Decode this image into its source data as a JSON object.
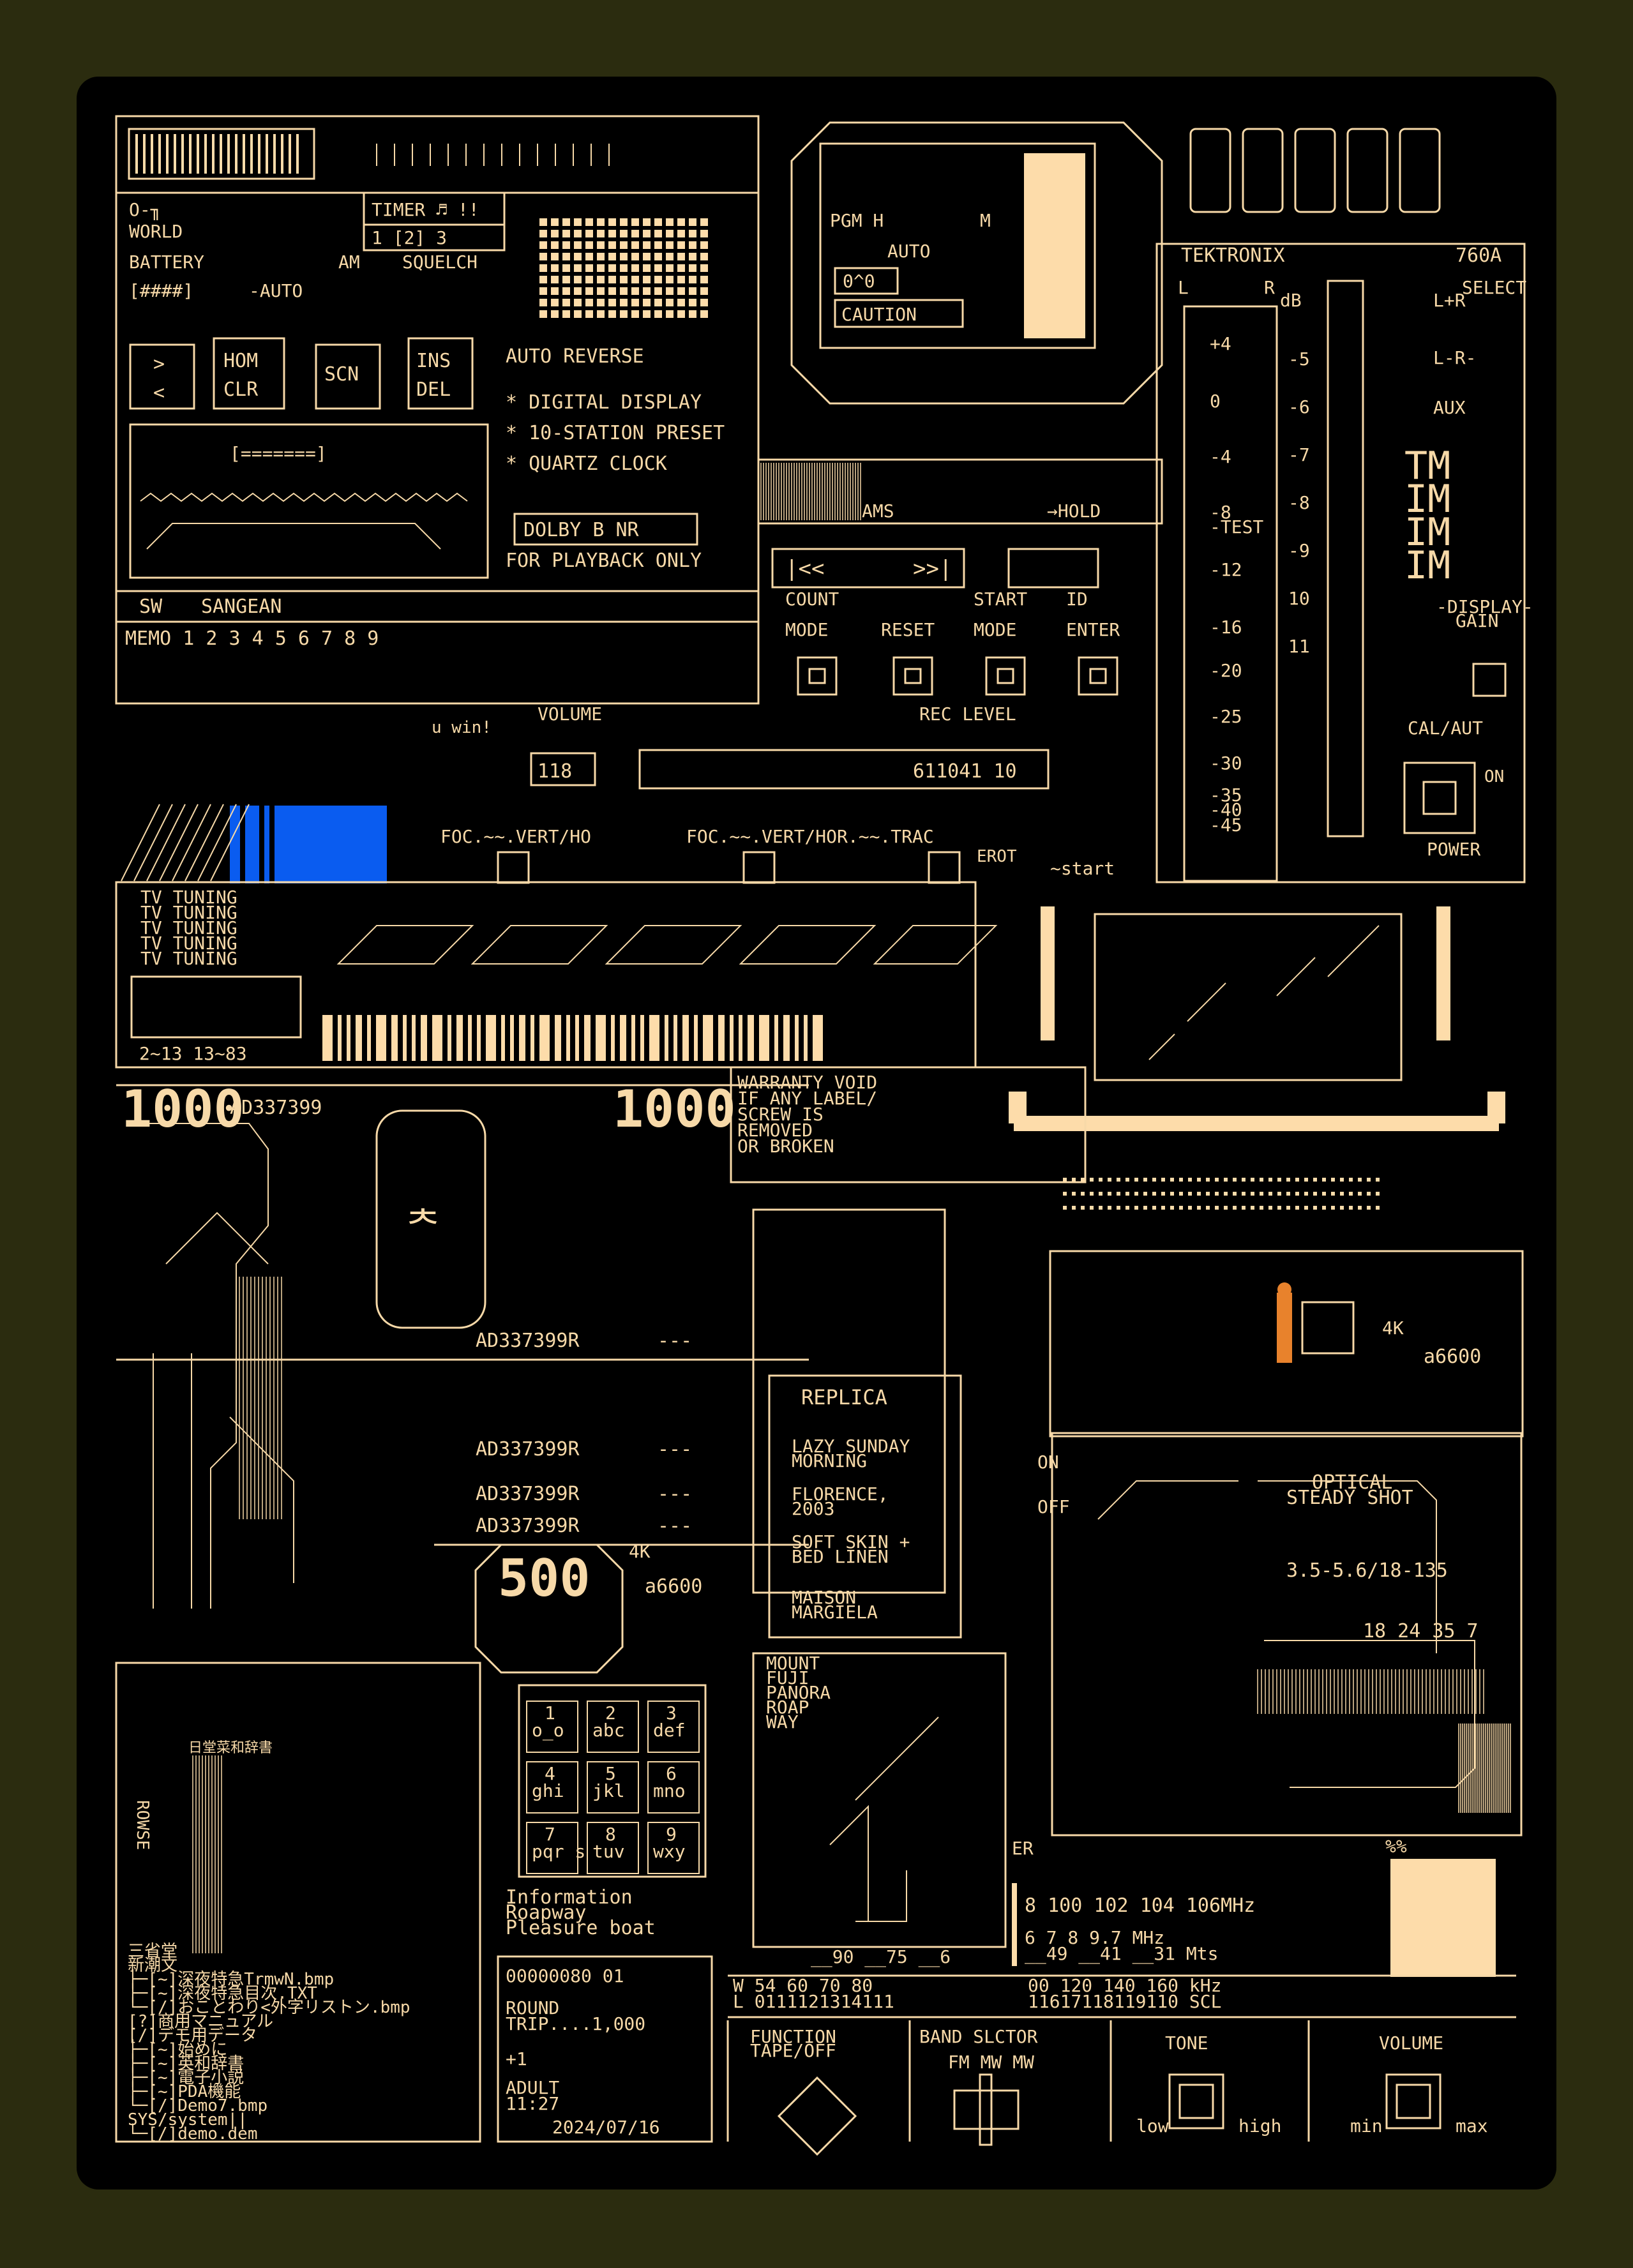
{
  "colors": {
    "frame": "#2b2c0f",
    "panel": "#000000",
    "ink": "#f7d9a8",
    "accent_blue": "#0a5cf0",
    "figure_orange": "#e8822c"
  },
  "radio": {
    "labels": [
      "O-╖",
      "WORLD",
      "BATTERY",
      "[####]",
      "AM",
      "SQUELCH",
      "-AUTO",
      "TIMER ♬ !!",
      "1  [2]  3"
    ],
    "keys": [
      "HOM",
      "CLR",
      "SCN",
      "INS",
      "DEL"
    ],
    "pattern_label": "[=======]",
    "features": [
      "AUTO REVERSE",
      "* DIGITAL DISPLAY",
      "* 10-STATION PRESET",
      "* QUARTZ CLOCK"
    ],
    "dolby": "DOLBY B NR",
    "playback": "FOR PLAYBACK ONLY",
    "brand_sw": "SW",
    "brand": "SANGEAN",
    "memo": "MEMO  1  2  3 4 5 6 7 8 9"
  },
  "watch": {
    "pgm": "PGM H",
    "m": "M",
    "auto": "AUTO",
    "caution": "CAUTION",
    "o": "0^0"
  },
  "deck": {
    "ams": "AMS",
    "hold": "→HOLD",
    "buttons": [
      {
        "top": "COUNT",
        "bottom": "MODE"
      },
      {
        "top": "",
        "bottom": "RESET"
      },
      {
        "top": "START",
        "bottom": "MODE"
      },
      {
        "top": "ID",
        "bottom": "ENTER"
      }
    ],
    "volume": "VOLUME",
    "rec_level": "REC LEVEL",
    "win": "u win!",
    "counter_left": "118",
    "counter_right": "611041 10",
    "foc_left": "FOC.~~.VERT/HO",
    "foc_right": "FOC.~~.VERT/HOR.~~.TRAC",
    "erot": "EROT",
    "start": "~start"
  },
  "meter": {
    "brand": "TEKTRONIX",
    "model": "760A",
    "l": "L",
    "r": "R",
    "db": "dB",
    "select": "SELECT",
    "lr_sum": "L+R",
    "lr_diff": "L-R-",
    "aux": "AUX",
    "scale_left": [
      "+4",
      "0",
      "-4",
      "-8",
      "-TEST",
      "-12",
      "-16",
      "-20",
      "-25",
      "-30",
      "-35",
      "-40",
      "-45"
    ],
    "scale_right": [
      "-5",
      "-6",
      "-7",
      "-8",
      "-9",
      "10",
      "11"
    ],
    "display_gain": "-DISPLAY-",
    "gain": "GAIN",
    "cal": "CAL/AUT",
    "on": "ON",
    "power": "POWER",
    "tm": [
      "TM",
      "IM",
      "IM",
      "IM"
    ]
  },
  "tv": {
    "label": "TV TUNING",
    "channels": "2~13 13~83"
  },
  "stamps": {
    "counter": "1000",
    "code": "AD337399",
    "codes_r": [
      "AD337399R",
      "AD337399R",
      "AD337399R",
      "AD337399R"
    ],
    "dashes": "---",
    "five": "500",
    "fourk": "4K",
    "model": "a6600"
  },
  "warranty": [
    "WARRANTY VOID",
    "IF ANY LABEL/",
    "SCREW IS",
    "REMOVED",
    "OR BROKEN"
  ],
  "replica": {
    "title": "REPLICA",
    "lines": [
      "LAZY SUNDAY",
      "MORNING",
      "FLORENCE,",
      "2003",
      "SOFT SKIN +",
      "BED LINEN",
      "MAISON",
      "MARGIELA"
    ]
  },
  "camera": {
    "fourk": "4K",
    "model": "a6600",
    "on": "ON",
    "off": "OFF",
    "optical": "OPTICAL",
    "steady": "STEADY SHOT",
    "lens": "3.5-5.6/18-135",
    "focal": "18 24 35 7",
    "er": "ER",
    "pct": "%%"
  },
  "tuner": {
    "fm_row": "8 100 102 104 106MHz",
    "m_row1": "6   7   8   9.7  MHz",
    "m_row2": "__49 __41 __31  Mts",
    "am_row1": "W 54  60  70  80",
    "am_row2": "L  0111121314111",
    "sw_row1": "00  120  140 160 kHz",
    "sw_row2": "11617118119110 SCL",
    "bottom": "__90  __75  __6"
  },
  "roapway": {
    "lines": [
      "MOUNT",
      "FUJI",
      "PANORA",
      "ROAP",
      "WAY"
    ]
  },
  "keypad": [
    {
      "n": "1",
      "l": "o_o"
    },
    {
      "n": "2",
      "l": "abc"
    },
    {
      "n": "3",
      "l": "def"
    },
    {
      "n": "4",
      "l": "ghi"
    },
    {
      "n": "5",
      "l": "jkl"
    },
    {
      "n": "6",
      "l": "mno"
    },
    {
      "n": "7",
      "l": "pqr s"
    },
    {
      "n": "8",
      "l": "tuv"
    },
    {
      "n": "9",
      "l": "wxy"
    }
  ],
  "ticket": {
    "info": [
      "Information",
      "Roapway",
      "Pleasure boat"
    ],
    "number": "00000080  01",
    "trip": "ROUND",
    "trip2": "TRIP....1,000",
    "plus": "+1",
    "adult": "ADULT",
    "time": "11:27",
    "date": "2024/07/16"
  },
  "files": {
    "dict": "日堂菜和辞書",
    "browse": "ROWSE",
    "lines": [
      "三省堂",
      "新潮文",
      "├─[~]深夜特急TrmwN.bmp",
      "├─[~]深夜特急目次.TXT",
      "└─[/]おことわり<外字リストン.bmp",
      "[?]商用マニュアル",
      "[/]デモ用データ",
      "├─[~]始めに",
      "├─[~]英和辞書",
      "├─[~]電子小説",
      "├─[~]PDA機能",
      "└─[/]Demo7.bmp",
      "SYS/system||",
      "└─[/]demo.dem"
    ]
  },
  "controls": {
    "function": "FUNCTION",
    "tape": "TAPE/OFF",
    "band": "BAND SLCTOR",
    "bands": "FM MW MW",
    "tone": "TONE",
    "low": "low",
    "high": "high",
    "volume": "VOLUME",
    "min": "min",
    "max": "max"
  }
}
